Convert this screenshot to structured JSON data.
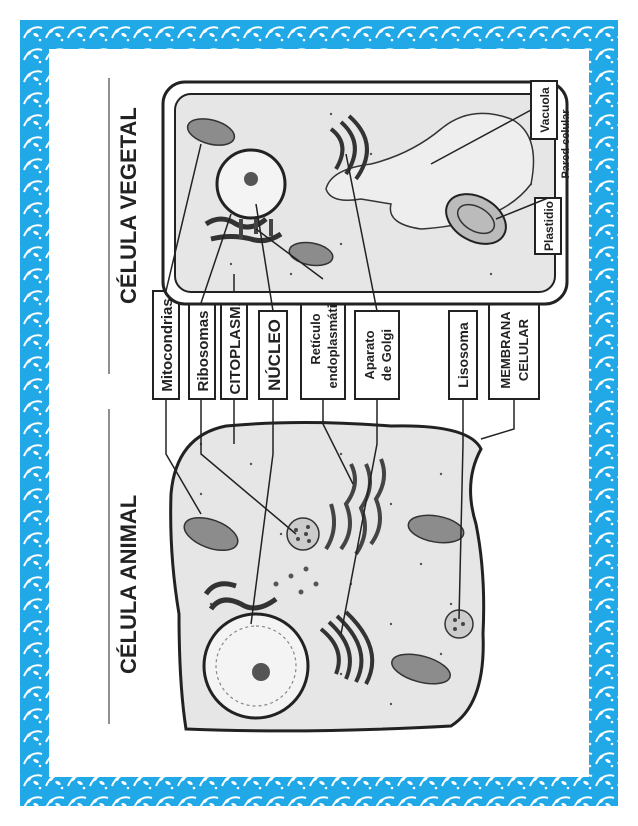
{
  "colors": {
    "border": "#21a8e6",
    "ink": "#222222",
    "cell_fill": "#e6e6e6",
    "organelle": "#8c8c8c"
  },
  "titles": {
    "animal": "CÉLULA ANIMAL",
    "plant": "CÉLULA VEGETAL"
  },
  "labels": {
    "mitocondrias": "Mitocondrias",
    "ribosomas": "Ribosomas",
    "citoplasma": "CITOPLASMA",
    "nucleo": "NÚCLEO",
    "reticulo_1": "Retículo",
    "reticulo_2": "endoplasmático",
    "aparato_1": "Aparato",
    "aparato_2": "de Golgi",
    "lisosoma": "Lisosoma",
    "membrana_1": "MEMBRANA",
    "membrana_2": "CELULAR",
    "vacuola": "Vacuola",
    "pared_celular": "Pared celular",
    "plastidio": "Plastidio"
  }
}
